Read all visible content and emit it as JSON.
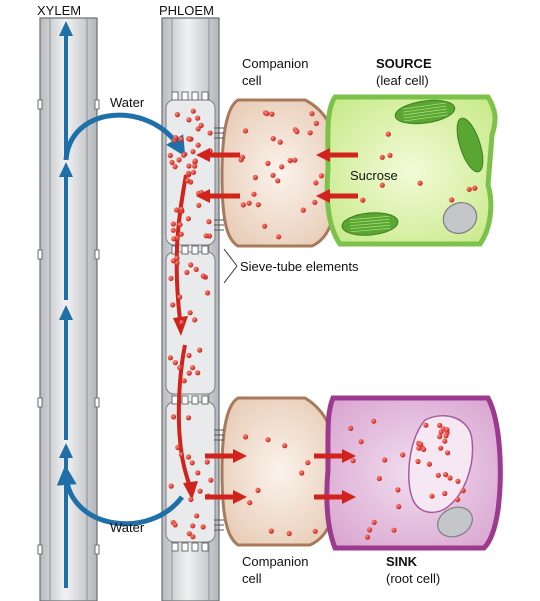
{
  "labels": {
    "xylem": "XYLEM",
    "phloem": "PHLOEM",
    "companion_top_1": "Companion",
    "companion_top_2": "cell",
    "source_1": "SOURCE",
    "source_2": "(leaf cell)",
    "water_top": "Water",
    "sucrose": "Sucrose",
    "sieve_tube": "Sieve-tube elements",
    "water_bottom": "Water",
    "companion_bottom_1": "Companion",
    "companion_bottom_2": "cell",
    "sink_1": "SINK",
    "sink_2": "(root cell)"
  },
  "colors": {
    "tube_fill": "#d6d8da",
    "tube_edge": "#6b6e72",
    "xylem_arrow": "#1f6fa8",
    "sucrose_dot": "#d42a1f",
    "red_arrow": "#d0231b",
    "companion_fill": "#f2dccb",
    "companion_edge": "#a87a5c",
    "leaf_fill": "#d9f2a8",
    "leaf_edge": "#7cc24a",
    "chloroplast": "#5aa632",
    "root_fill": "#e8c6e2",
    "root_edge": "#9b3a8e",
    "vacuole": "#f6e8f3",
    "nucleus": "#bfc2c6"
  }
}
